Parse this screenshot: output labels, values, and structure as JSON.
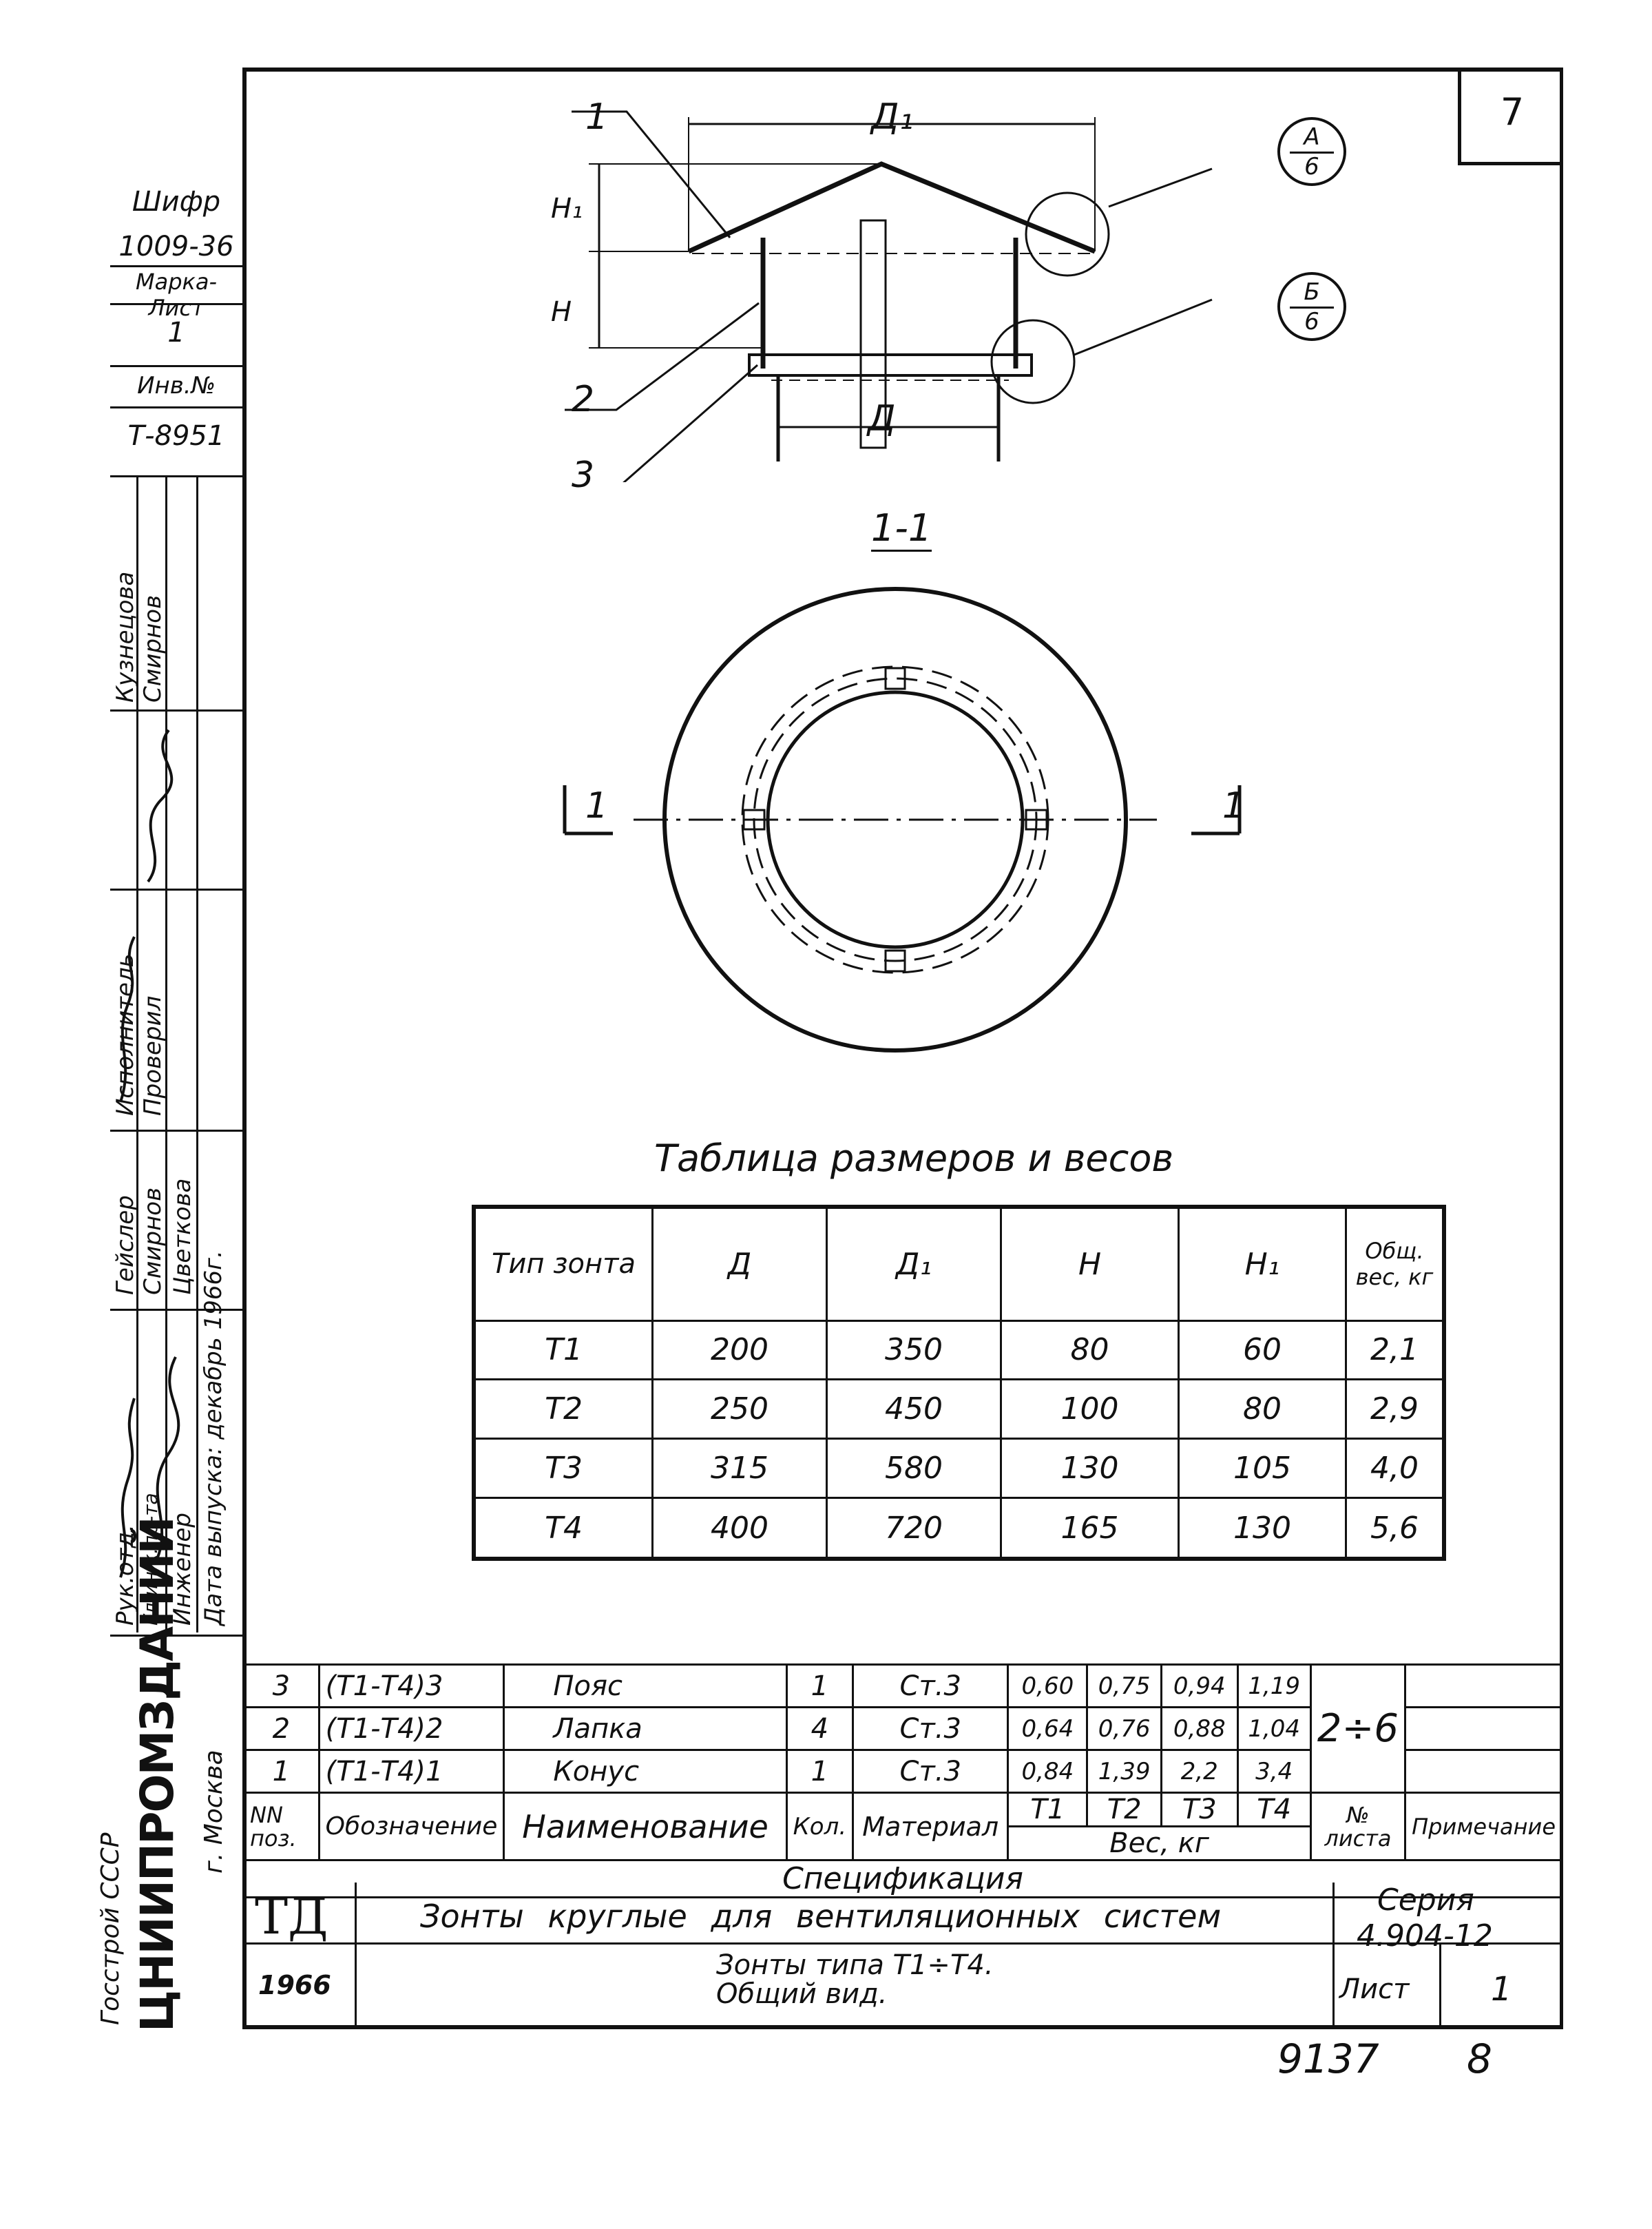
{
  "sheet_corner_number": "7",
  "left_stamp": {
    "shifr_label": "Шифр",
    "shifr_value": "1009-36",
    "marka_label": "Марка-Лист",
    "marka_value": "1",
    "inv_label": "Инв.№",
    "inv_value": "Т-8951",
    "roles": [
      "Рук.отд.",
      "Гл.инж.пр-та",
      "Инженер",
      "Исполнитель",
      "Проверил"
    ],
    "names": [
      "Гейслер",
      "Смирнов",
      "Цветкова",
      "Кузнецова",
      "Смирнов"
    ],
    "date": "Дата выпуска: декабрь 1966г.",
    "org": "Госстрой СССР",
    "org_main": "ЦНИИПРОМЗДАНИЙ",
    "city": "г. Москва"
  },
  "drawing": {
    "dim_D1": "Д₁",
    "dim_D": "Д",
    "dim_H": "Н",
    "dim_H1": "Н₁",
    "callout_1": "1",
    "callout_2": "2",
    "callout_3": "3",
    "detail_A_top": "А",
    "detail_A_bottom": "6",
    "detail_B_top": "Б",
    "detail_B_bottom": "6",
    "section_title": "1-1",
    "section_mark_left": "1",
    "section_mark_right": "1"
  },
  "dims_table": {
    "title": "Таблица размеров и весов",
    "headers": [
      "Тип зонта",
      "Д",
      "Д₁",
      "Н",
      "Н₁",
      "Общ. вес, кг"
    ],
    "rows": [
      [
        "Т1",
        "200",
        "350",
        "80",
        "60",
        "2,1"
      ],
      [
        "Т2",
        "250",
        "450",
        "100",
        "80",
        "2,9"
      ],
      [
        "Т3",
        "315",
        "580",
        "130",
        "105",
        "4,0"
      ],
      [
        "Т4",
        "400",
        "720",
        "165",
        "130",
        "5,6"
      ]
    ]
  },
  "spec": {
    "rows": [
      [
        "3",
        "(Т1-Т4)3",
        "Пояс",
        "1",
        "Ст.3",
        "0,60",
        "0,75",
        "0,94",
        "1,19"
      ],
      [
        "2",
        "(Т1-Т4)2",
        "Лапка",
        "4",
        "Ст.3",
        "0,64",
        "0,76",
        "0,88",
        "1,04"
      ],
      [
        "1",
        "(Т1-Т4)1",
        "Конус",
        "1",
        "Ст.3",
        "0,84",
        "1,39",
        "2,2",
        "3,4"
      ]
    ],
    "sheet_ref": "2÷6",
    "headers": {
      "pos": "NN поз.",
      "designation": "Обозначение",
      "name": "Наименование",
      "qty": "Кол.",
      "material": "Материал",
      "t1": "Т1",
      "t2": "Т2",
      "t3": "Т3",
      "t4": "Т4",
      "weight": "Вес, кг",
      "sheet_no": "№ листа",
      "note": "Примечание"
    },
    "caption": "Спецификация"
  },
  "title_block": {
    "logo": "ТД",
    "title": "Зонты круглые для вентиляционных систем",
    "series_label": "Серия",
    "series_value": "4.904-12",
    "year": "1966",
    "subtitle_1": "Зонты типа Т1÷Т4.",
    "subtitle_2": "Общий вид.",
    "sheet_label": "Лист",
    "sheet_value": "1"
  },
  "bottom_numbers": {
    "left": "9137",
    "right": "8"
  }
}
